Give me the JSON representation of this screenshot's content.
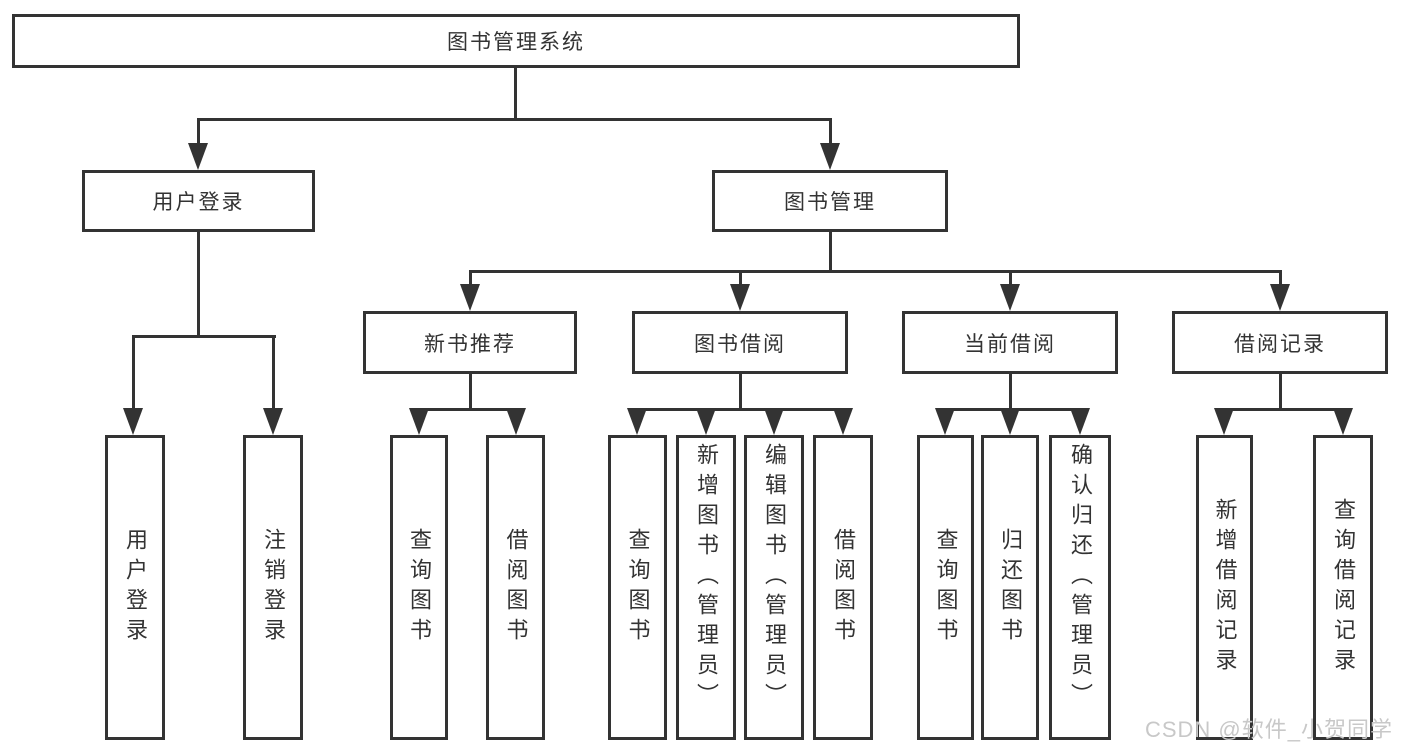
{
  "colors": {
    "line": "#333333",
    "text": "#333333",
    "background": "#ffffff",
    "watermark_color": "#c8c8c8"
  },
  "watermark": {
    "text": "CSDN @软件_小贺同学"
  },
  "tree": {
    "root": {
      "label": "图书管理系统"
    },
    "children": [
      {
        "label": "用户登录",
        "children": [
          {
            "label": "用户登录"
          },
          {
            "label": "注销登录"
          }
        ]
      },
      {
        "label": "图书管理",
        "children": [
          {
            "label": "新书推荐",
            "children": [
              {
                "label": "查询图书"
              },
              {
                "label": "借阅图书"
              }
            ]
          },
          {
            "label": "图书借阅",
            "children": [
              {
                "label": "查询图书"
              },
              {
                "label": "新增图书（管理员）"
              },
              {
                "label": "编辑图书（管理员）"
              },
              {
                "label": "借阅图书"
              }
            ]
          },
          {
            "label": "当前借阅",
            "children": [
              {
                "label": "查询图书"
              },
              {
                "label": "归还图书"
              },
              {
                "label": "确认归还（管理员）"
              }
            ]
          },
          {
            "label": "借阅记录",
            "children": [
              {
                "label": "新增借阅记录"
              },
              {
                "label": "查询借阅记录"
              }
            ]
          }
        ]
      }
    ]
  }
}
